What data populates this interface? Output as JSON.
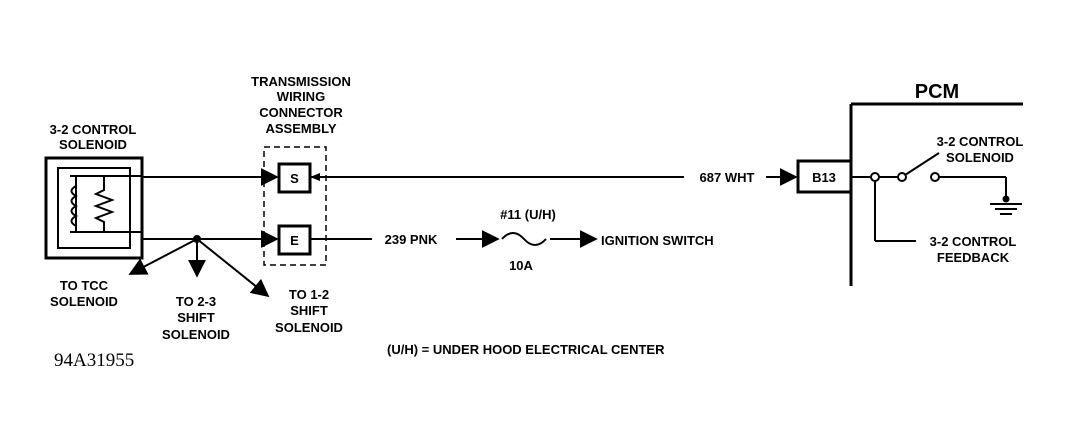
{
  "labels": {
    "solenoid_title_1": "3-2 CONTROL",
    "solenoid_title_2": "SOLENOID",
    "connector_title_1": "TRANSMISSION",
    "connector_title_2": "WIRING",
    "connector_title_3": "CONNECTOR",
    "connector_title_4": "ASSEMBLY",
    "pin_s": "S",
    "pin_e": "E",
    "wire_top": "687 WHT",
    "wire_bottom": "239 PNK",
    "fuse_label": "#11 (U/H)",
    "fuse_rating": "10A",
    "ignition": "IGNITION SWITCH",
    "pcm_title": "PCM",
    "pcm_pin": "B13",
    "pcm_switch_1": "3-2 CONTROL",
    "pcm_switch_2": "SOLENOID",
    "pcm_feedback_1": "3-2 CONTROL",
    "pcm_feedback_2": "FEEDBACK",
    "tcc_1": "TO TCC",
    "tcc_2": "SOLENOID",
    "shift23_1": "TO 2-3",
    "shift23_2": "SHIFT",
    "shift23_3": "SOLENOID",
    "shift12_1": "TO 1-2",
    "shift12_2": "SHIFT",
    "shift12_3": "SOLENOID",
    "legend": "(U/H) = UNDER HOOD ELECTRICAL CENTER",
    "figure_id": "94A31955"
  }
}
